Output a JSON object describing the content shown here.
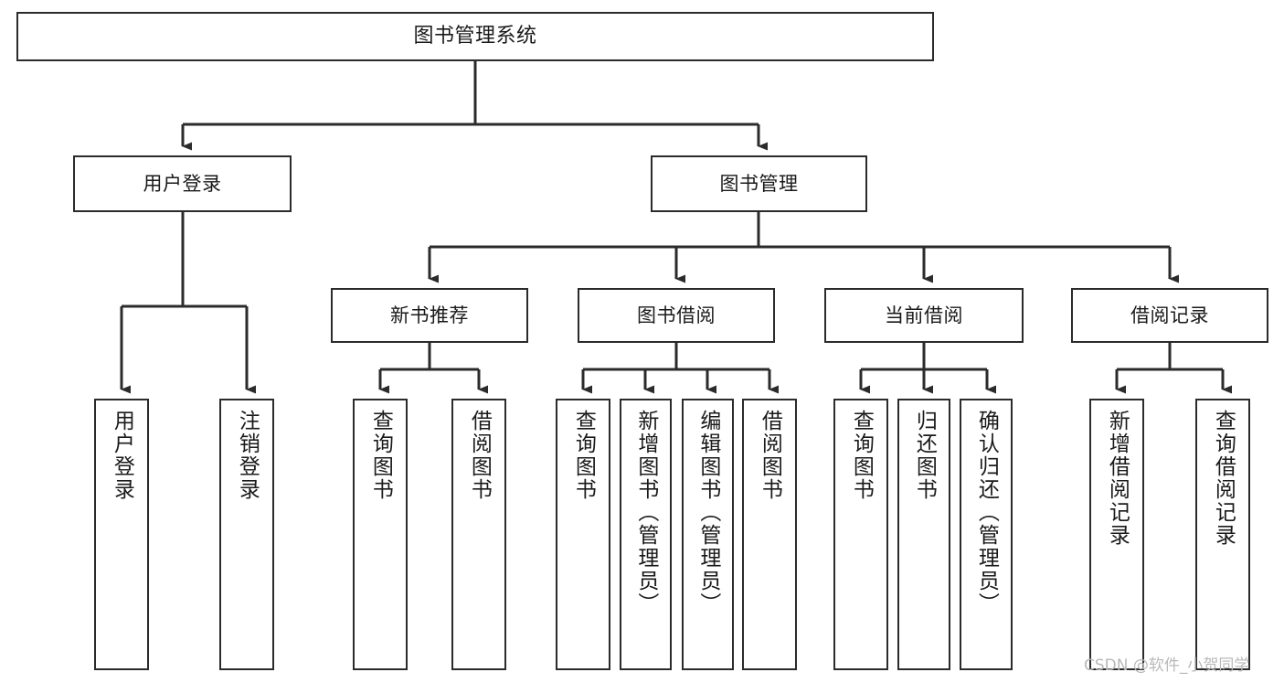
{
  "diagram": {
    "title": "图书管理系统",
    "watermark": "CSDN @软件_小贺同学",
    "line_color": "#2b2b2b",
    "box_fill": "#ffffff",
    "text_color": "#1a1a1a",
    "watermark_color": "#b9b9b9",
    "levels": {
      "root": {
        "label": "图书管理系统"
      },
      "level2": [
        {
          "label": "用户登录"
        },
        {
          "label": "图书管理"
        }
      ],
      "level3": [
        {
          "label": "新书推荐"
        },
        {
          "label": "图书借阅"
        },
        {
          "label": "当前借阅"
        },
        {
          "label": "借阅记录"
        }
      ],
      "leaves": {
        "user_login": [
          {
            "label": "用户登录"
          },
          {
            "label": "注销登录"
          }
        ],
        "new_book_recommend": [
          {
            "label": "查询图书"
          },
          {
            "label": "借阅图书"
          }
        ],
        "book_borrow": [
          {
            "label": "查询图书"
          },
          {
            "label": "新增图书（管理员）"
          },
          {
            "label": "编辑图书（管理员）"
          },
          {
            "label": "借阅图书"
          }
        ],
        "current_borrow": [
          {
            "label": "查询图书"
          },
          {
            "label": "归还图书"
          },
          {
            "label": "确认归还（管理员）"
          }
        ],
        "borrow_record": [
          {
            "label": "新增借阅记录"
          },
          {
            "label": "查询借阅记录"
          }
        ]
      }
    }
  }
}
